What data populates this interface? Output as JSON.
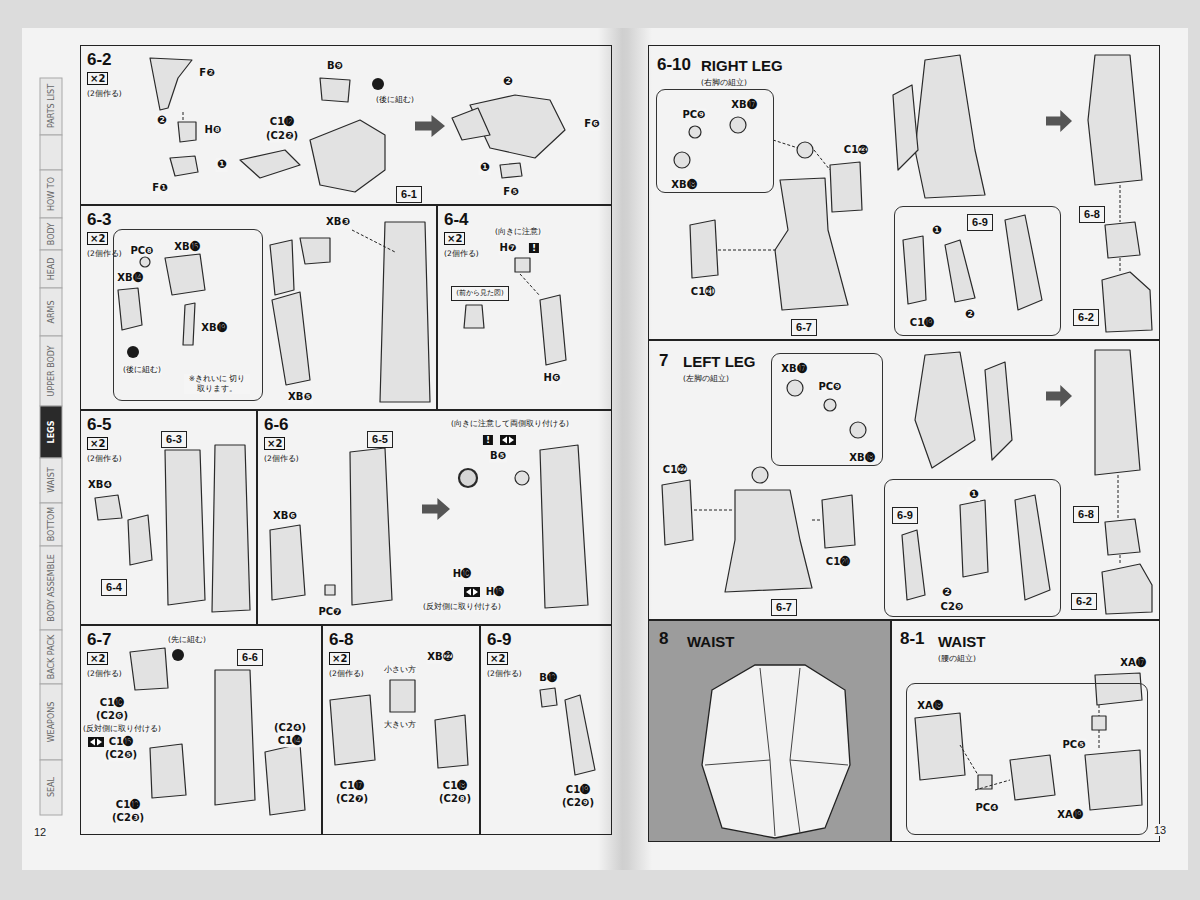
{
  "diagram": {
    "nodes": [
      {
        "text": [
          "6-2",
          "×2",
          "(2個作る)"
        ]
      },
      {
        "text": [
          "6-1"
        ],
        "in": 0
      },
      {
        "text": [
          "6-3",
          "×2",
          "(2個作る)"
        ]
      },
      {
        "text": [
          "PC❽",
          "XB⓯",
          "XB⓮",
          "(後に組む)",
          "XB⓳",
          "※きれいに 切り取ります。"
        ],
        "in": 2
      },
      {
        "text": [
          "6-4",
          "×2",
          "(2個作る)"
        ]
      },
      {
        "text": [
          "(前から見た図)"
        ],
        "in": 4
      },
      {
        "text": [
          "6-5",
          "×2",
          "(2個作る)"
        ]
      },
      {
        "text": [
          "6-3"
        ],
        "in": 6
      },
      {
        "text": [
          "6-4"
        ],
        "in": 6
      },
      {
        "text": [
          "6-6",
          "×2",
          "(2個作る)"
        ]
      },
      {
        "text": [
          "6-5"
        ],
        "in": 9
      },
      {
        "text": [
          "6-7",
          "×2",
          "(2個作る)"
        ]
      },
      {
        "text": [
          "6-6"
        ],
        "in": 11
      },
      {
        "text": [
          "6-8",
          "×2",
          "(2個作る)"
        ]
      },
      {
        "text": [
          "6-9",
          "×2",
          "(2個作る)"
        ]
      },
      {
        "text": [
          "6-10",
          "RIGHT LEG",
          "(右脚の組立)"
        ]
      },
      {
        "text": [
          "XB⓱",
          "PC❾",
          "XB⓲"
        ],
        "in": 15
      },
      {
        "text": [
          "6-7"
        ],
        "in": 15
      },
      {
        "text": [
          "❶",
          "❷",
          "C1⓳"
        ],
        "in": 15
      },
      {
        "text": [
          "6-9"
        ],
        "in": 18
      },
      {
        "text": [
          "6-8"
        ],
        "in": 15
      },
      {
        "text": [
          "6-2"
        ],
        "in": 15
      },
      {
        "text": [
          "7",
          "LEFT LEG",
          "(左脚の組立)"
        ]
      },
      {
        "text": [
          "XB⓱",
          "PC❾",
          "XB⓲"
        ],
        "in": 22
      },
      {
        "text": [
          "6-7"
        ],
        "in": 22
      },
      {
        "text": [
          "❶",
          "❷",
          "C2❾"
        ],
        "in": 22
      },
      {
        "text": [
          "6-9"
        ],
        "in": 25
      },
      {
        "text": [
          "6-8"
        ],
        "in": 22
      },
      {
        "text": [
          "6-2"
        ],
        "in": 22
      },
      {
        "text": [
          "8",
          "WAIST"
        ]
      },
      {
        "text": [
          "8-1",
          "WAIST",
          "(腰の組立)"
        ]
      },
      {
        "text": [
          "XA⓲",
          "PC❺",
          "PC❹",
          "XA⓳"
        ],
        "in": 30
      }
    ],
    "labels": [
      "PARTS LIST",
      "HOW TO",
      "BODY",
      "HEAD",
      "ARMS",
      "UPPER BODY",
      "LEGS",
      "WAIST",
      "BOTTOM",
      "BODY ASSEMBLE",
      "BACK PACK",
      "WEAPONS",
      "SEAL",
      "F❷",
      "❷",
      "H❽",
      "❶",
      "F❶",
      "B❾",
      "C1⓬",
      "(C2❷)",
      "(後に組む)",
      "❷",
      "F❻",
      "❶",
      "F❺",
      "XB❸",
      "XB❺",
      "(向きに注意)",
      "H❼",
      "!",
      "H❻",
      "XB❹",
      "XB❻",
      "PC❼",
      "(向きに注意して両側取り付ける)",
      "!",
      "B❺",
      "H⓰",
      "H⓯",
      "(反対側に取り付ける)",
      "(先に組む)",
      "C1⓰",
      "(C2❻)",
      "(反対側に取り付ける)",
      "C1⓯",
      "(C2❺)",
      "(C2❹)",
      "C1⓮",
      "C1⓭",
      "(C2❸)",
      "XB㉒",
      "小さい方",
      "大きい方",
      "C1⓱",
      "(C2❼)",
      "C1⓲",
      "(C2❽)",
      "B⓭",
      "C1⓳",
      "(C2❾)",
      "12",
      "C1㉓",
      "C1㉑",
      "C1㉒",
      "C1⓴",
      "XA⓱",
      "13"
    ]
  }
}
